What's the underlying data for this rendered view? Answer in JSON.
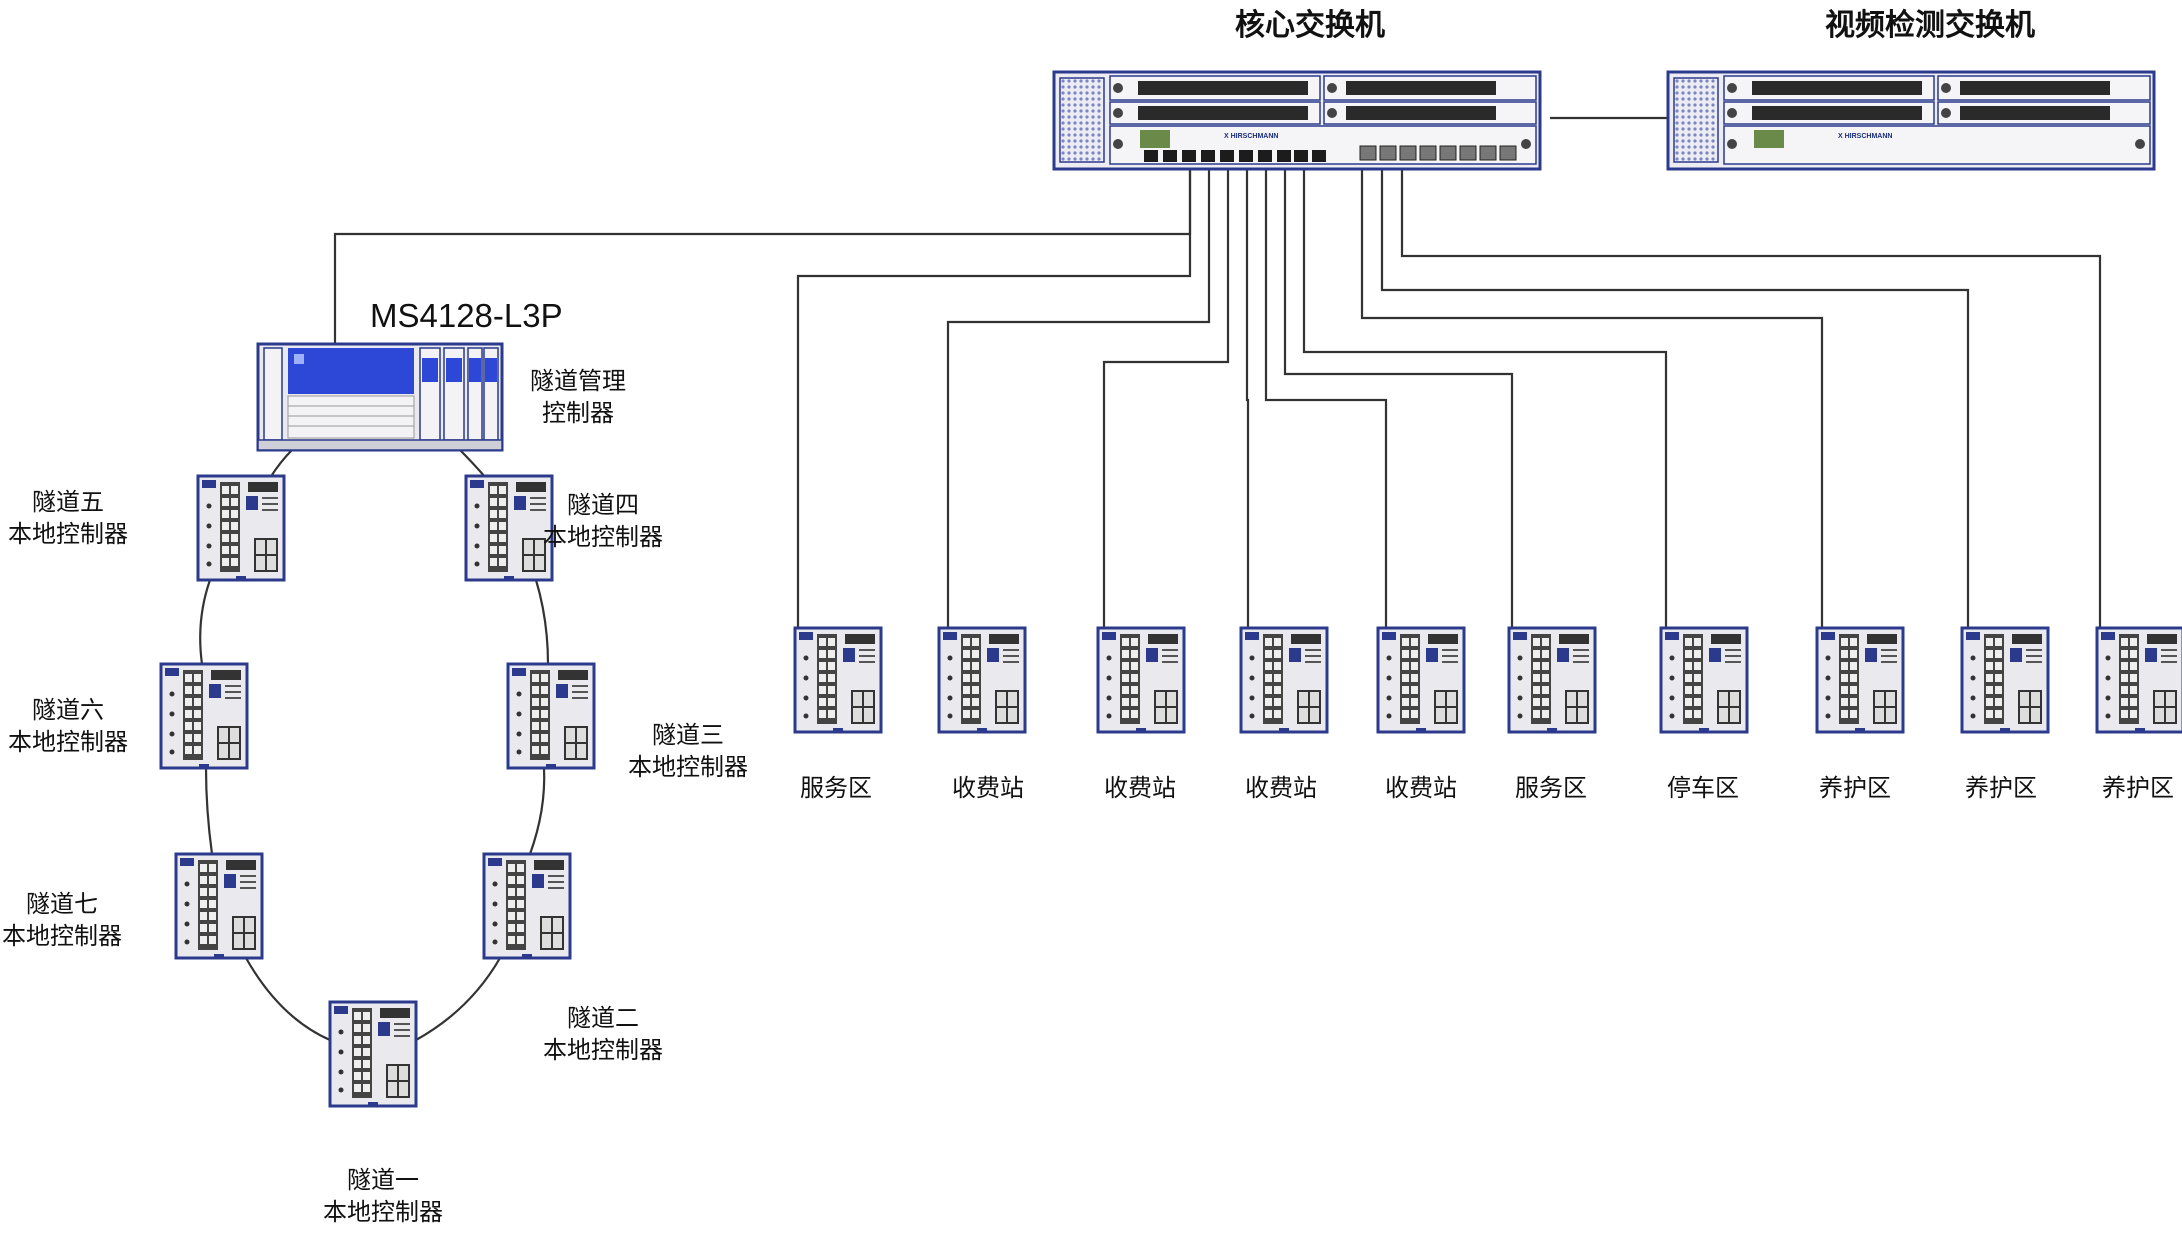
{
  "colors": {
    "line": "#333333",
    "device_frame": "#2b3a8c",
    "device_body": "#e9e9ee",
    "port": "#1c1c1c",
    "accent": "#2d47d6"
  },
  "core_switch": {
    "label": "核心交换机",
    "brand": "HIRSCHMANN",
    "icon": "chassis-switch-icon"
  },
  "video_switch": {
    "label": "视频检测交换机",
    "brand": "HIRSCHMANN",
    "icon": "chassis-switch-icon"
  },
  "tunnel_manager": {
    "model": "MS4128-L3P",
    "label_line1": "隧道管理",
    "label_line2": "控制器",
    "icon": "modular-switch-icon"
  },
  "ring_nodes": [
    {
      "line1": "隧道五",
      "line2": "本地控制器"
    },
    {
      "line1": "隧道四",
      "line2": "本地控制器"
    },
    {
      "line1": "隧道六",
      "line2": "本地控制器"
    },
    {
      "line1": "隧道三",
      "line2": "本地控制器"
    },
    {
      "line1": "隧道七",
      "line2": "本地控制器"
    },
    {
      "line1": "隧道二",
      "line2": "本地控制器"
    },
    {
      "line1": "隧道一",
      "line2": "本地控制器"
    }
  ],
  "site_nodes": [
    "服务区",
    "收费站",
    "收费站",
    "收费站",
    "收费站",
    "服务区",
    "停车区",
    "养护区",
    "养护区",
    "养护区"
  ]
}
